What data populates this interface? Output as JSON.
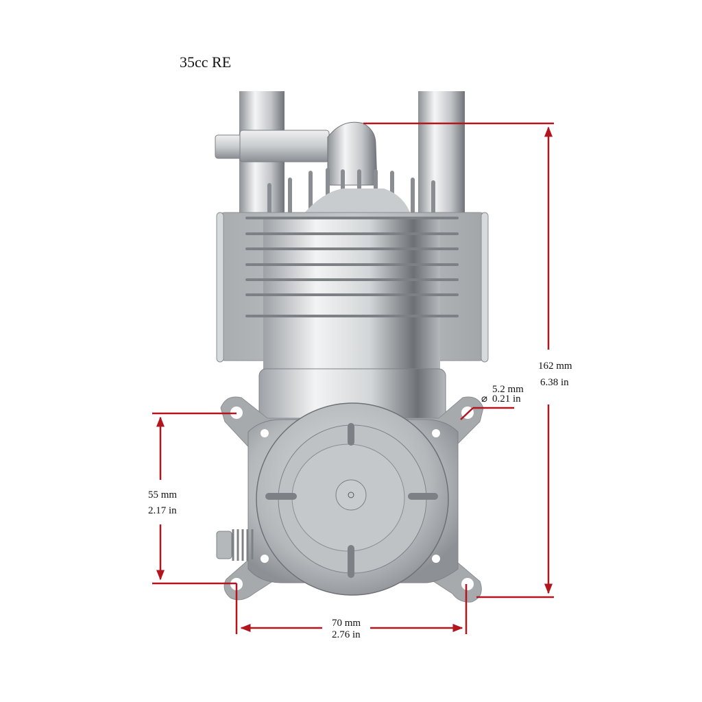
{
  "title": "35cc RE",
  "colors": {
    "dimension_line": "#b3151f",
    "metal_light": "#e6e8ea",
    "metal_mid": "#b9bcbf",
    "metal_dark": "#7d8185",
    "plate": "#a7aaad",
    "background": "#ffffff"
  },
  "dimensions": {
    "height": {
      "mm": "162 mm",
      "in": "6.38 in"
    },
    "hole_diameter": {
      "symbol": "⌀",
      "mm": "5.2 mm",
      "in": "0.21 in"
    },
    "vertical_hole_spacing": {
      "mm": "55 mm",
      "in": "2.17 in"
    },
    "horizontal_hole_spacing": {
      "mm": "70 mm",
      "in": "2.76 in"
    }
  }
}
